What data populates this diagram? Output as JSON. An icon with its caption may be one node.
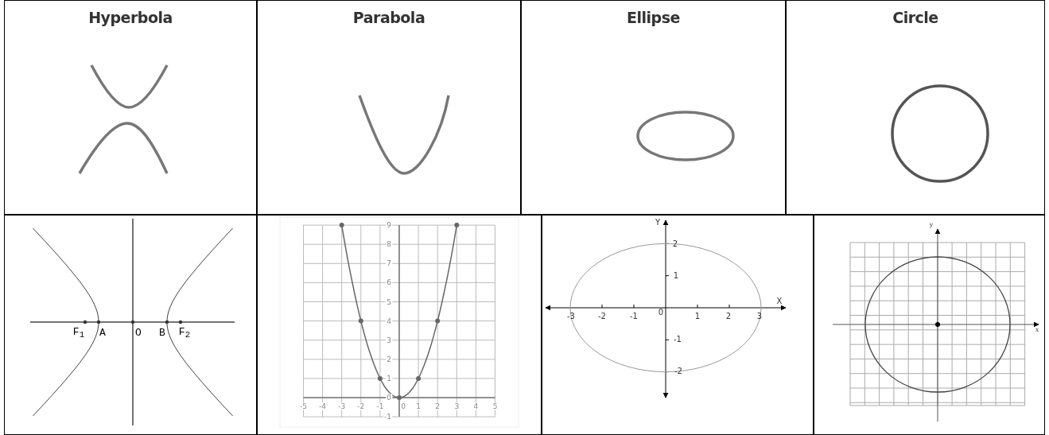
{
  "diagram": {
    "nodes": [
      {
        "text": [
          "Hyperbola"
        ]
      },
      {
        "text": [
          "Parabola"
        ]
      },
      {
        "text": [
          "Ellipse"
        ]
      },
      {
        "text": [
          "Circle"
        ]
      },
      {
        "text": [
          "F$_{1}$",
          "A",
          "O",
          "B",
          "F$_{2}$"
        ]
      },
      {
        "text": [
          "9",
          "8",
          "7",
          "6",
          "5",
          "4",
          "3",
          "2",
          "1",
          "0",
          "-1",
          "-5",
          "-4",
          "-3",
          "-2",
          "-1",
          "0",
          "1",
          "2",
          "3",
          "4",
          "5"
        ]
      },
      {
        "text": [
          "Y",
          "2",
          "1",
          "X",
          "-3",
          "-2",
          "-1",
          "0",
          "1",
          "2",
          "3",
          "-1",
          "-2"
        ]
      },
      {
        "text": [
          "y",
          "x"
        ]
      }
    ],
    "edges": []
  }
}
